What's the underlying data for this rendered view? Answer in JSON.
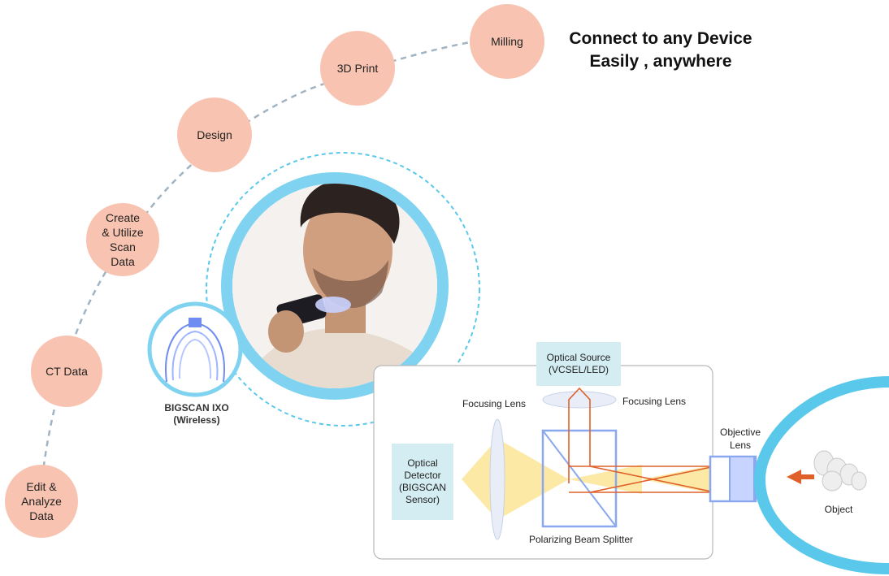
{
  "headline": {
    "line1": "Connect to any Device",
    "line2": "Easily , anywhere"
  },
  "workflow_nodes": [
    {
      "id": "edit",
      "label": "Edit &\nAnalyze\nData"
    },
    {
      "id": "ct",
      "label": "CT Data"
    },
    {
      "id": "create",
      "label": "Create\n& Utilize\nScan\nData"
    },
    {
      "id": "design",
      "label": "Design"
    },
    {
      "id": "print",
      "label": "3D Print"
    },
    {
      "id": "milling",
      "label": "Milling"
    }
  ],
  "product": {
    "name_label": "BIGSCAN IXO\n(Wireless)",
    "photo_icon": "person-scanning-photo",
    "scan_icon": "dental-arch-scan-icon"
  },
  "optics": {
    "optical_source": "Optical Source\n(VCSEL/LED)",
    "focusing_lens_left": "Focusing Lens",
    "focusing_lens_right": "Focusing Lens",
    "objective_lens": "Objective\nLens",
    "optical_detector": "Optical\nDetector\n(BIGSCAN\nSensor)",
    "beam_splitter": "Polarizing Beam Splitter",
    "object": "Object",
    "object_icon": "teeth-model-icon"
  },
  "colors": {
    "node_fill": "#f8c4b1",
    "ring_blue": "#7fd3f0",
    "dash_gray": "#9fb3c3",
    "dash_cyan": "#5ac8ea",
    "beam_yellow": "#fde9a6",
    "laser_orange": "#e0602a",
    "box_blue": "#d4edf2",
    "lens_blue": "#8aa8f0"
  }
}
